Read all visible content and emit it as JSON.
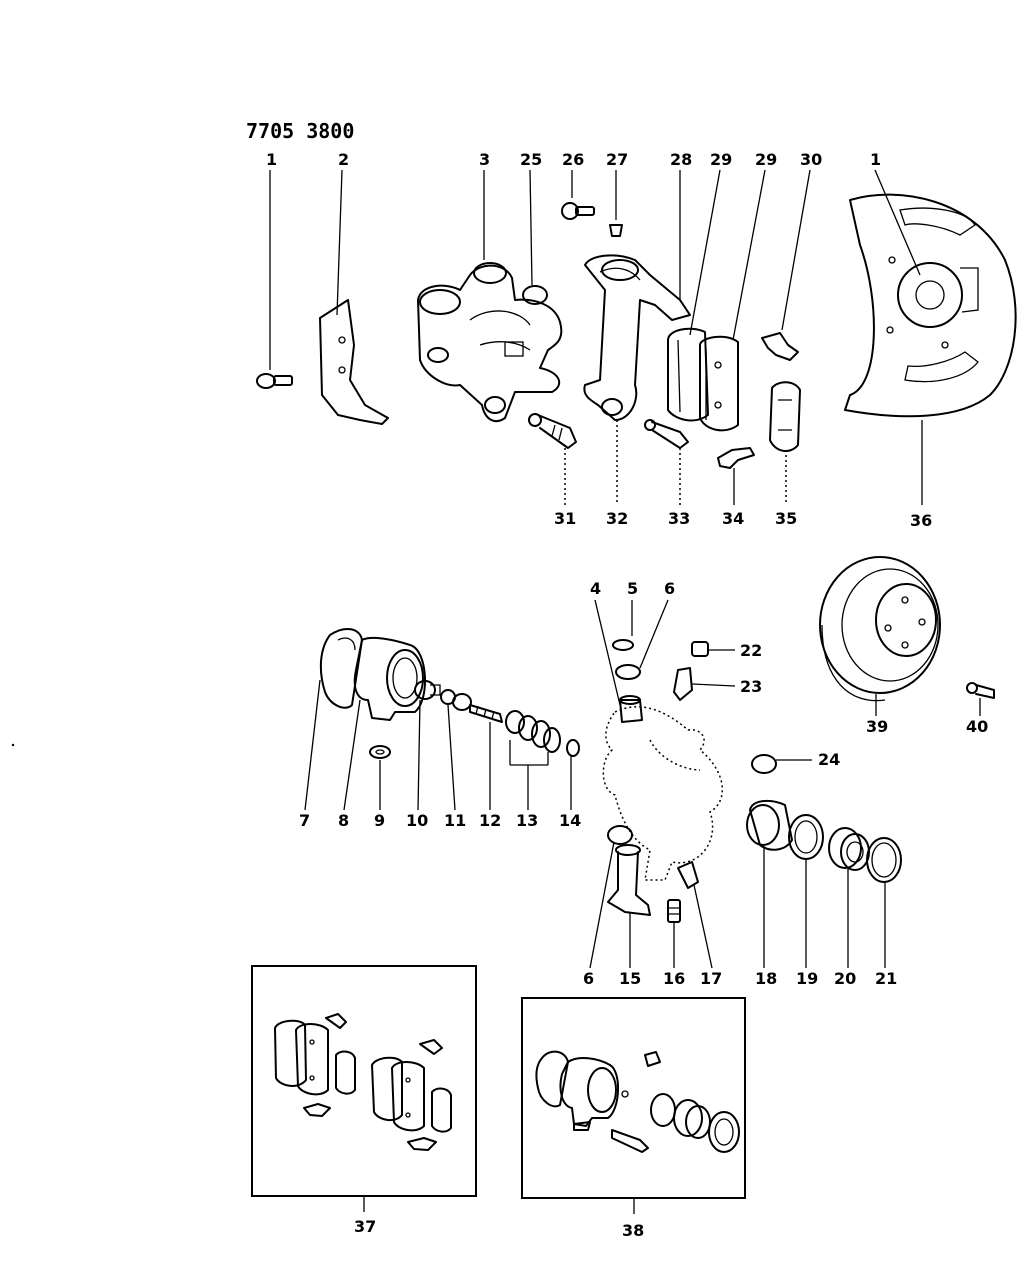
{
  "diagram_code": "7705 3800",
  "callouts": {
    "c1a": "1",
    "c2": "2",
    "c3": "3",
    "c25": "25",
    "c26": "26",
    "c27": "27",
    "c28": "28",
    "c29a": "29",
    "c29b": "29",
    "c30": "30",
    "c1b": "1",
    "c31": "31",
    "c32": "32",
    "c33": "33",
    "c34": "34",
    "c35": "35",
    "c36": "36",
    "c4": "4",
    "c5": "5",
    "c6a": "6",
    "c22": "22",
    "c23": "23",
    "c39": "39",
    "c40": "40",
    "c24": "24",
    "c7": "7",
    "c8": "8",
    "c9": "9",
    "c10": "10",
    "c11": "11",
    "c12": "12",
    "c13": "13",
    "c14": "14",
    "c6b": "6",
    "c15": "15",
    "c16": "16",
    "c17": "17",
    "c18": "18",
    "c19": "19",
    "c20": "20",
    "c21": "21",
    "c37": "37",
    "c38": "38"
  }
}
